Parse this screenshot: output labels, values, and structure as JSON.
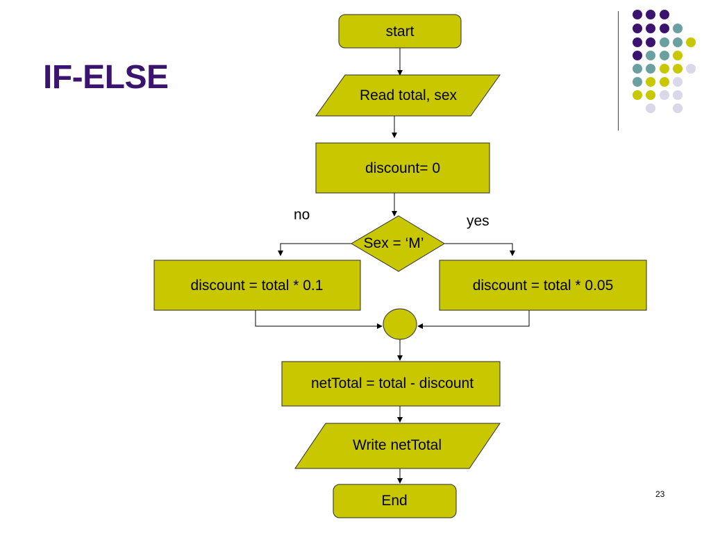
{
  "slide": {
    "title": "IF-ELSE",
    "page_number": "23"
  },
  "colors": {
    "box_fill": "#c9c800",
    "box_stroke": "#2a2a2a",
    "title": "#3b1470",
    "dot_purple": "#3b1470",
    "dot_teal": "#6aa0a0",
    "dot_yellow": "#c9c800",
    "dot_lavender": "#d8d8e8"
  },
  "flowchart": {
    "start": "start",
    "read": "Read total, sex",
    "init": "discount= 0",
    "decision": "Sex = ‘M’",
    "branch_no_label": "no",
    "branch_yes_label": "yes",
    "no_process": "discount = total * 0.1",
    "yes_process": "discount = total * 0.05",
    "net_total": "netTotal = total - discount",
    "write": "Write netTotal",
    "end": "End"
  }
}
